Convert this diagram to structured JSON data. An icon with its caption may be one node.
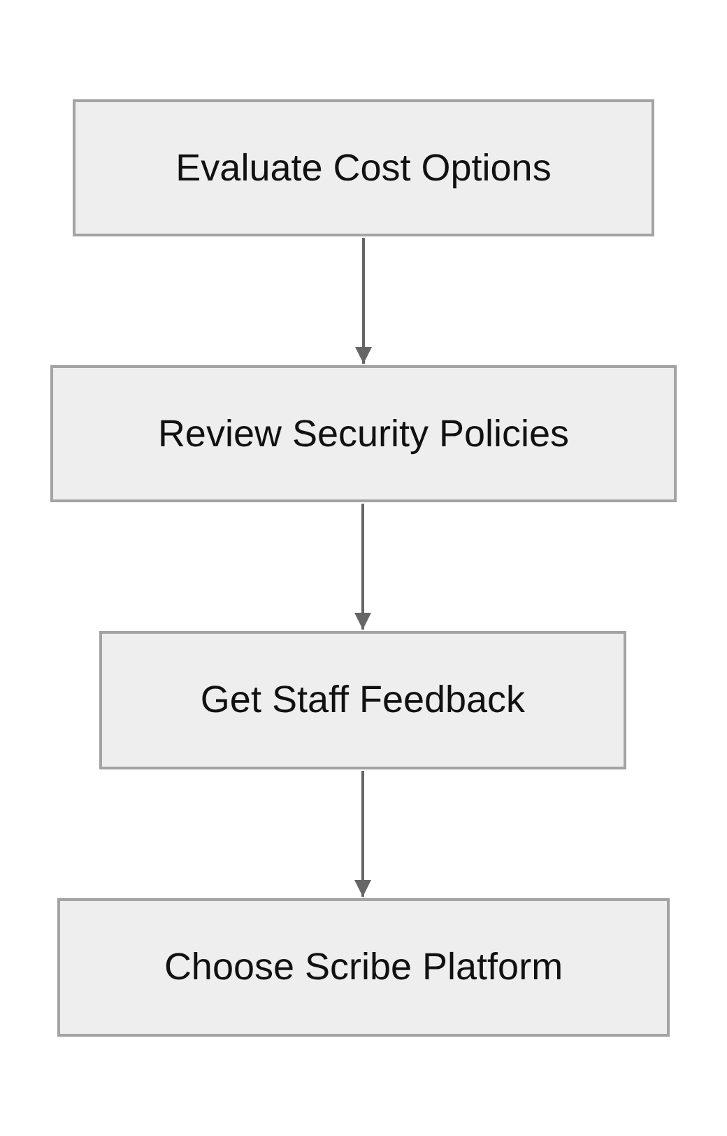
{
  "diagram": {
    "nodes": [
      {
        "text": [
          "Evaluate Cost Options"
        ]
      },
      {
        "text": [
          "Review Security Policies"
        ]
      },
      {
        "text": [
          "Get Staff Feedback"
        ]
      },
      {
        "text": [
          "Choose Scribe Platform"
        ]
      }
    ],
    "edges": [
      {
        "from": 0,
        "to": 1,
        "arrow": "to"
      },
      {
        "from": 1,
        "to": 2,
        "arrow": "to"
      },
      {
        "from": 2,
        "to": 3,
        "arrow": "to"
      }
    ]
  }
}
